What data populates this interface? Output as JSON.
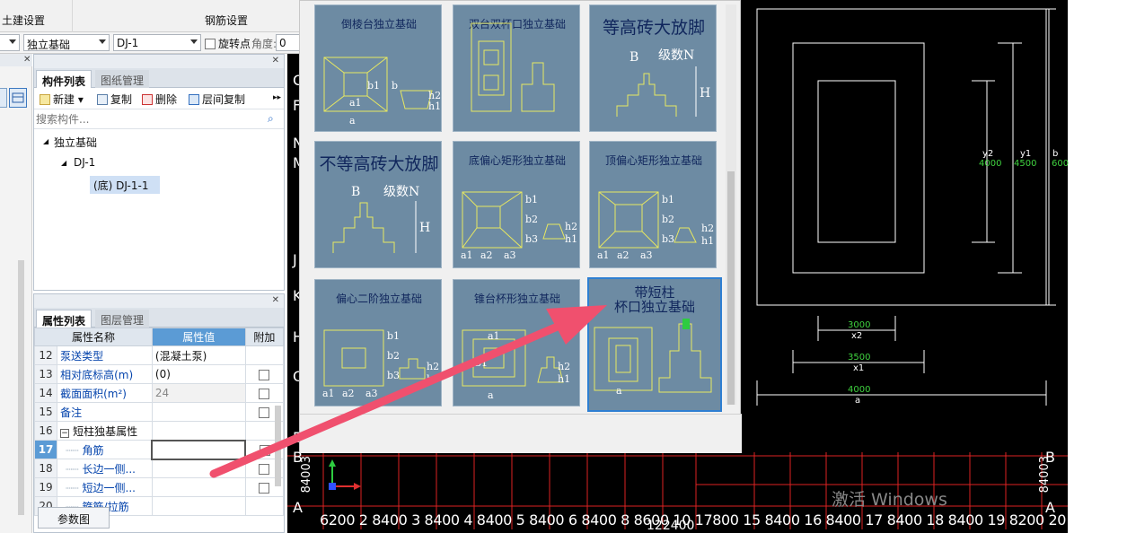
{
  "top": {
    "left_label": "土建设置",
    "right_label": "钢筋设置"
  },
  "toolbar": {
    "dd1_value": "",
    "dd2_value": "独立基础",
    "dd3_value": "DJ-1",
    "rotate_label": "旋转点",
    "angle_label": "角度:",
    "angle_value": "0"
  },
  "component_panel": {
    "tabs": [
      "构件列表",
      "图纸管理"
    ],
    "buttons": {
      "new": "新建",
      "copy": "复制",
      "delete": "删除",
      "floor_copy": "层间复制"
    },
    "search_placeholder": "搜索构件...",
    "tree": {
      "root": "独立基础",
      "child": "DJ-1",
      "leaf": "(底) DJ-1-1"
    }
  },
  "property_panel": {
    "tabs": [
      "属性列表",
      "图层管理"
    ],
    "headers": [
      "属性名称",
      "属性值",
      "附加"
    ],
    "rows": [
      {
        "num": "12",
        "name": "泵送类型",
        "value": "(混凝土泵)",
        "checkbox": false
      },
      {
        "num": "13",
        "name": "相对底标高(m)",
        "value": "(0)",
        "checkbox": true
      },
      {
        "num": "14",
        "name": "截面面积(m²)",
        "value": "24",
        "checkbox": true
      },
      {
        "num": "15",
        "name": "备注",
        "value": "",
        "checkbox": true
      },
      {
        "num": "16",
        "name": "短柱独基属性",
        "value": "",
        "checkbox": false
      },
      {
        "num": "17",
        "name": "角筋",
        "value": "",
        "checkbox": true
      },
      {
        "num": "18",
        "name": "长边一侧...",
        "value": "",
        "checkbox": true
      },
      {
        "num": "19",
        "name": "短边一侧...",
        "value": "",
        "checkbox": true
      },
      {
        "num": "20",
        "name": "箍筋/拉筋",
        "value": "",
        "checkbox": false
      }
    ],
    "param_button": "参数图"
  },
  "dialog": {
    "tiles": [
      {
        "caption": "倒棱台独立基础"
      },
      {
        "caption": "双台双杯口独立基础"
      },
      {
        "caption": "等高砖大放脚"
      },
      {
        "caption": "不等高砖大放脚"
      },
      {
        "caption": "底偏心矩形独立基础"
      },
      {
        "caption": "顶偏心矩形独立基础"
      },
      {
        "caption": "偏心二阶独立基础"
      },
      {
        "caption": "锥台杯形独立基础"
      },
      {
        "caption": "带短柱",
        "caption2": "杯口独立基础"
      }
    ],
    "labels": {
      "b": "b",
      "b1": "b1",
      "h1": "h1",
      "h2": "h2",
      "a": "a",
      "a1": "a1",
      "B": "B",
      "level_n": "级数N",
      "H": "H",
      "b2": "b2",
      "b3": "b3",
      "a2": "a2",
      "a3": "a3"
    }
  },
  "preview": {
    "dims": {
      "y2": "y2",
      "y2_val": "4000",
      "y1": "y1",
      "y1_val": "4500",
      "b": "b",
      "b_val": "600",
      "x2": "x2",
      "x2_val": "3000",
      "x1": "x1",
      "x1_val": "3500",
      "a": "a",
      "a_val": "4000"
    }
  },
  "cad": {
    "row_label_b": "B",
    "row_label_a": "A",
    "left_dim": "84003",
    "right_dim": "84003",
    "watermark": "激活 Windows",
    "bottom_axis": "6200 2 8400 3 8400 4 8400 5 8400 6 8400 8 8600 10   17800   15 8400 16 8400 17 8400 18 8400 19 8200 20 8200 21",
    "bottom_axis2": "122400",
    "side_letters": [
      "C",
      "F",
      "N",
      "M",
      "J",
      "K",
      "H",
      "G",
      "E"
    ]
  }
}
